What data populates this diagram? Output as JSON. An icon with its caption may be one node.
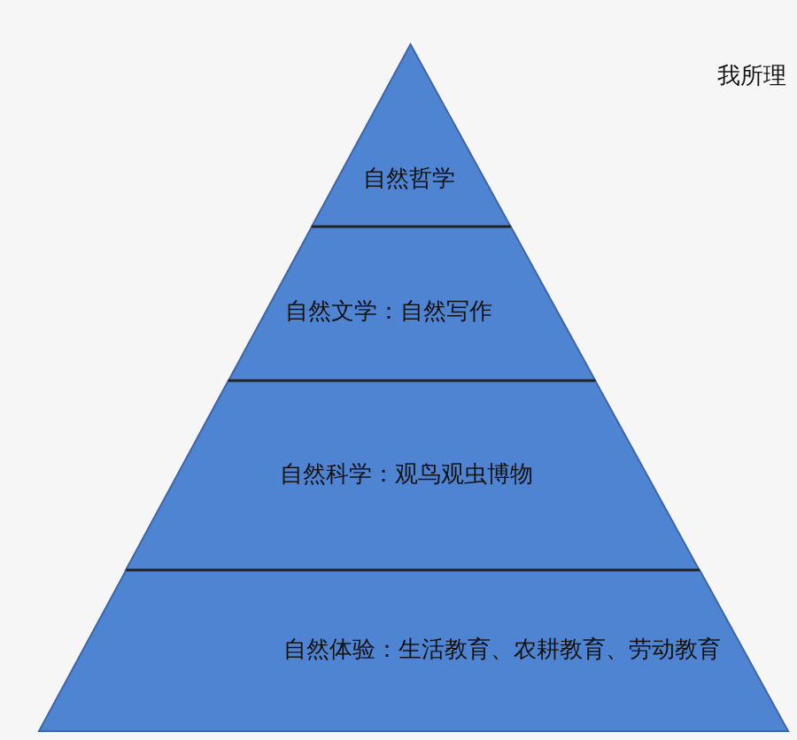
{
  "diagram": {
    "nodes": [
      {
        "text": [
          "自然哲学"
        ]
      },
      {
        "text": [
          "自然文学：自然写作"
        ]
      },
      {
        "text": [
          "自然科学：观鸟观虫博物"
        ]
      },
      {
        "text": [
          "自然体验：生活教育、农耕教育、劳动教育"
        ]
      }
    ],
    "labels": [
      "我所理"
    ]
  }
}
